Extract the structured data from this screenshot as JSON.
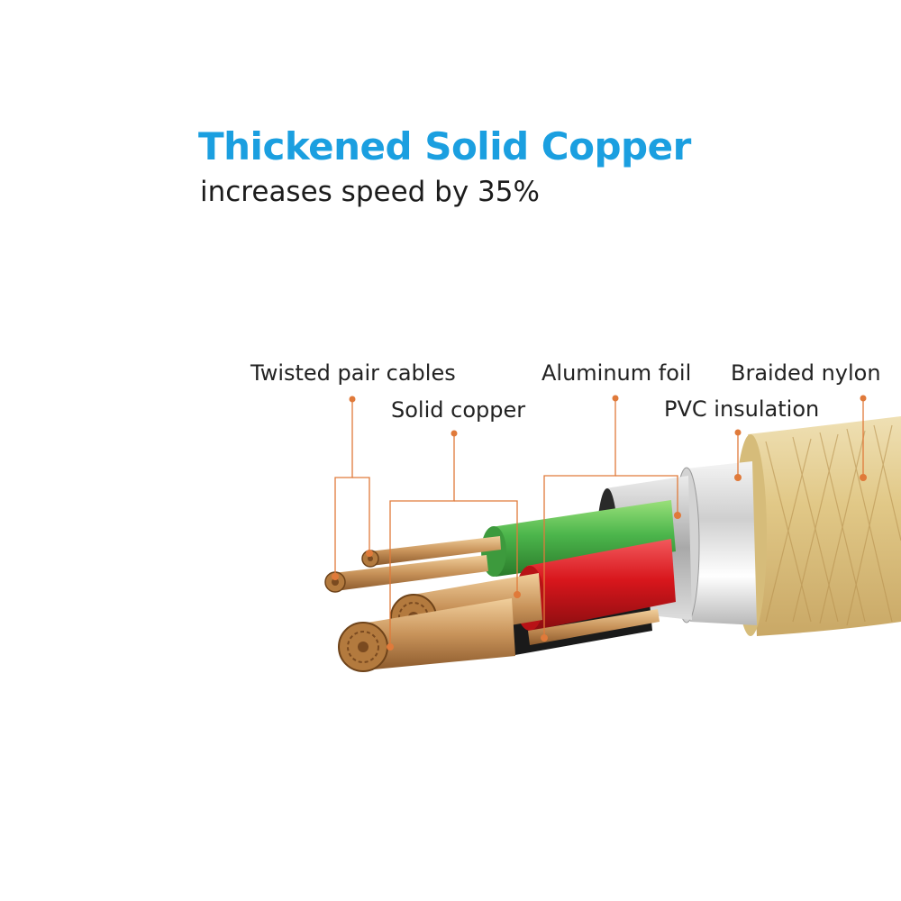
{
  "heading": {
    "title": "Thickened Solid Copper",
    "subtitle": "increases speed by 35%"
  },
  "labels": {
    "twisted_pair": "Twisted pair cables",
    "solid_copper": "Solid copper",
    "aluminum_foil": "Aluminum foil",
    "braided_nylon": "Braided nylon",
    "pvc_insulation": "PVC insulation"
  },
  "colors": {
    "title": "#1b9fe0",
    "subtitle": "#1c1c1c",
    "leader_lines": "#e07a3a",
    "green_wire": "#4cb64c",
    "red_wire": "#d8161c",
    "black_wire": "#1a1a1a",
    "copper": "#c8935a",
    "braided_nylon": "#dcc58e",
    "foil": "#d9d9d9"
  }
}
